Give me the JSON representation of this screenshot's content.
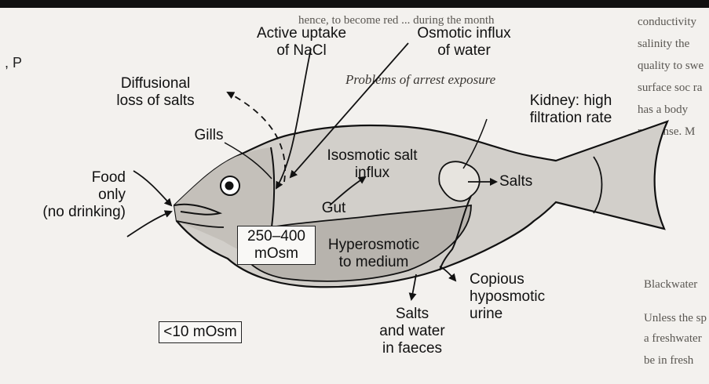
{
  "background_text": {
    "left_fragment": ", P",
    "top_fragment": "hence, to become red ... during the month",
    "section_heading": "Problems of arrest exposure",
    "right_column": [
      "conductivity",
      "salinity the",
      "quality to swe",
      "surface soc ra",
      "has a body",
      "response. M"
    ],
    "bottom_right": "Blackwater",
    "bottom_right_text": [
      "Unless the sp",
      "a freshwater",
      "be in fresh"
    ]
  },
  "labels": {
    "active_uptake": [
      "Active uptake",
      "of NaCl"
    ],
    "osmotic_influx": [
      "Osmotic influx",
      "of water"
    ],
    "diffusional_loss": [
      "Diffusional",
      "loss of salts"
    ],
    "kidney": [
      "Kidney: high",
      "filtration rate"
    ],
    "gills": "Gills",
    "isosmotic": [
      "Isosmotic salt",
      "influx"
    ],
    "food": [
      "Food",
      "only",
      "(no drinking)"
    ],
    "salts_out": "Salts",
    "gut": "Gut",
    "internal_osm": [
      "250–400",
      "mOsm"
    ],
    "hyperosmotic": [
      "Hyperosmotic",
      "to medium"
    ],
    "copious": [
      "Copious",
      "hyposmotic",
      "urine"
    ],
    "faeces": [
      "Salts",
      "and water",
      "in faeces"
    ],
    "external_osm": "<10 mOsm"
  }
}
